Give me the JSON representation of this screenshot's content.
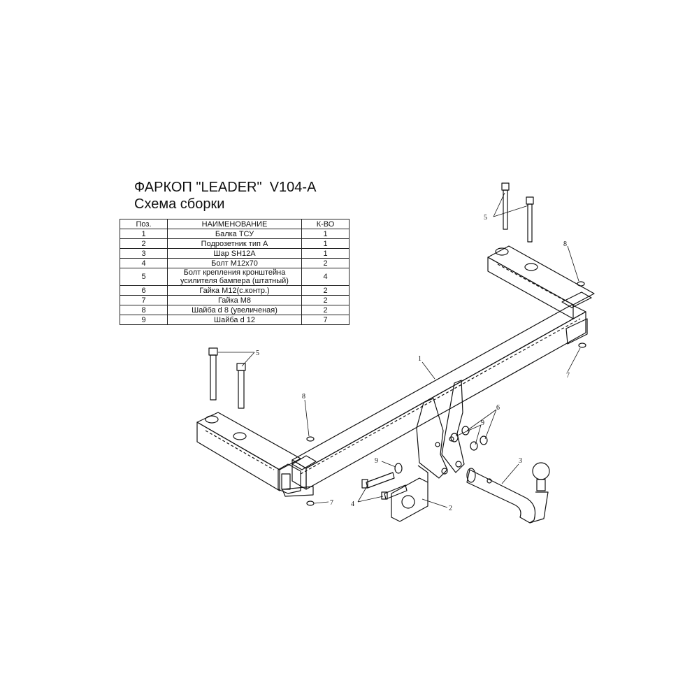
{
  "header": {
    "title": "ФАРКОП \"LEADER\"  V104-A",
    "subtitle": "Схема сборки"
  },
  "parts_table": {
    "columns": [
      "Поз.",
      "НАИМЕНОВАНИЕ",
      "К-ВО"
    ],
    "rows": [
      {
        "pos": "1",
        "name": "Балка ТСУ",
        "qty": "1"
      },
      {
        "pos": "2",
        "name": "Подрозетник тип А",
        "qty": "1"
      },
      {
        "pos": "3",
        "name": "Шар SH12A",
        "qty": "1"
      },
      {
        "pos": "4",
        "name": "Болт M12x70",
        "qty": "2"
      },
      {
        "pos": "5",
        "name": "Болт крепления кронштейна\nусилителя бампера (штатный)",
        "qty": "4"
      },
      {
        "pos": "6",
        "name": "Гайка M12(с.контр.)",
        "qty": "2"
      },
      {
        "pos": "7",
        "name": "Гайка  M8",
        "qty": "2"
      },
      {
        "pos": "8",
        "name": "Шайба d 8 (увеличеная)",
        "qty": "2"
      },
      {
        "pos": "9",
        "name": "Шайба d 12",
        "qty": "7"
      }
    ]
  },
  "callouts": {
    "c1": "1",
    "c2": "2",
    "c3": "3",
    "c4": "4",
    "c5a": "5",
    "c5b": "5",
    "c6": "6",
    "c7a": "7",
    "c7b": "7",
    "c8a": "8",
    "c8b": "8",
    "c9a": "9",
    "c9b": "9"
  },
  "colors": {
    "line": "#111111",
    "background": "#ffffff"
  }
}
